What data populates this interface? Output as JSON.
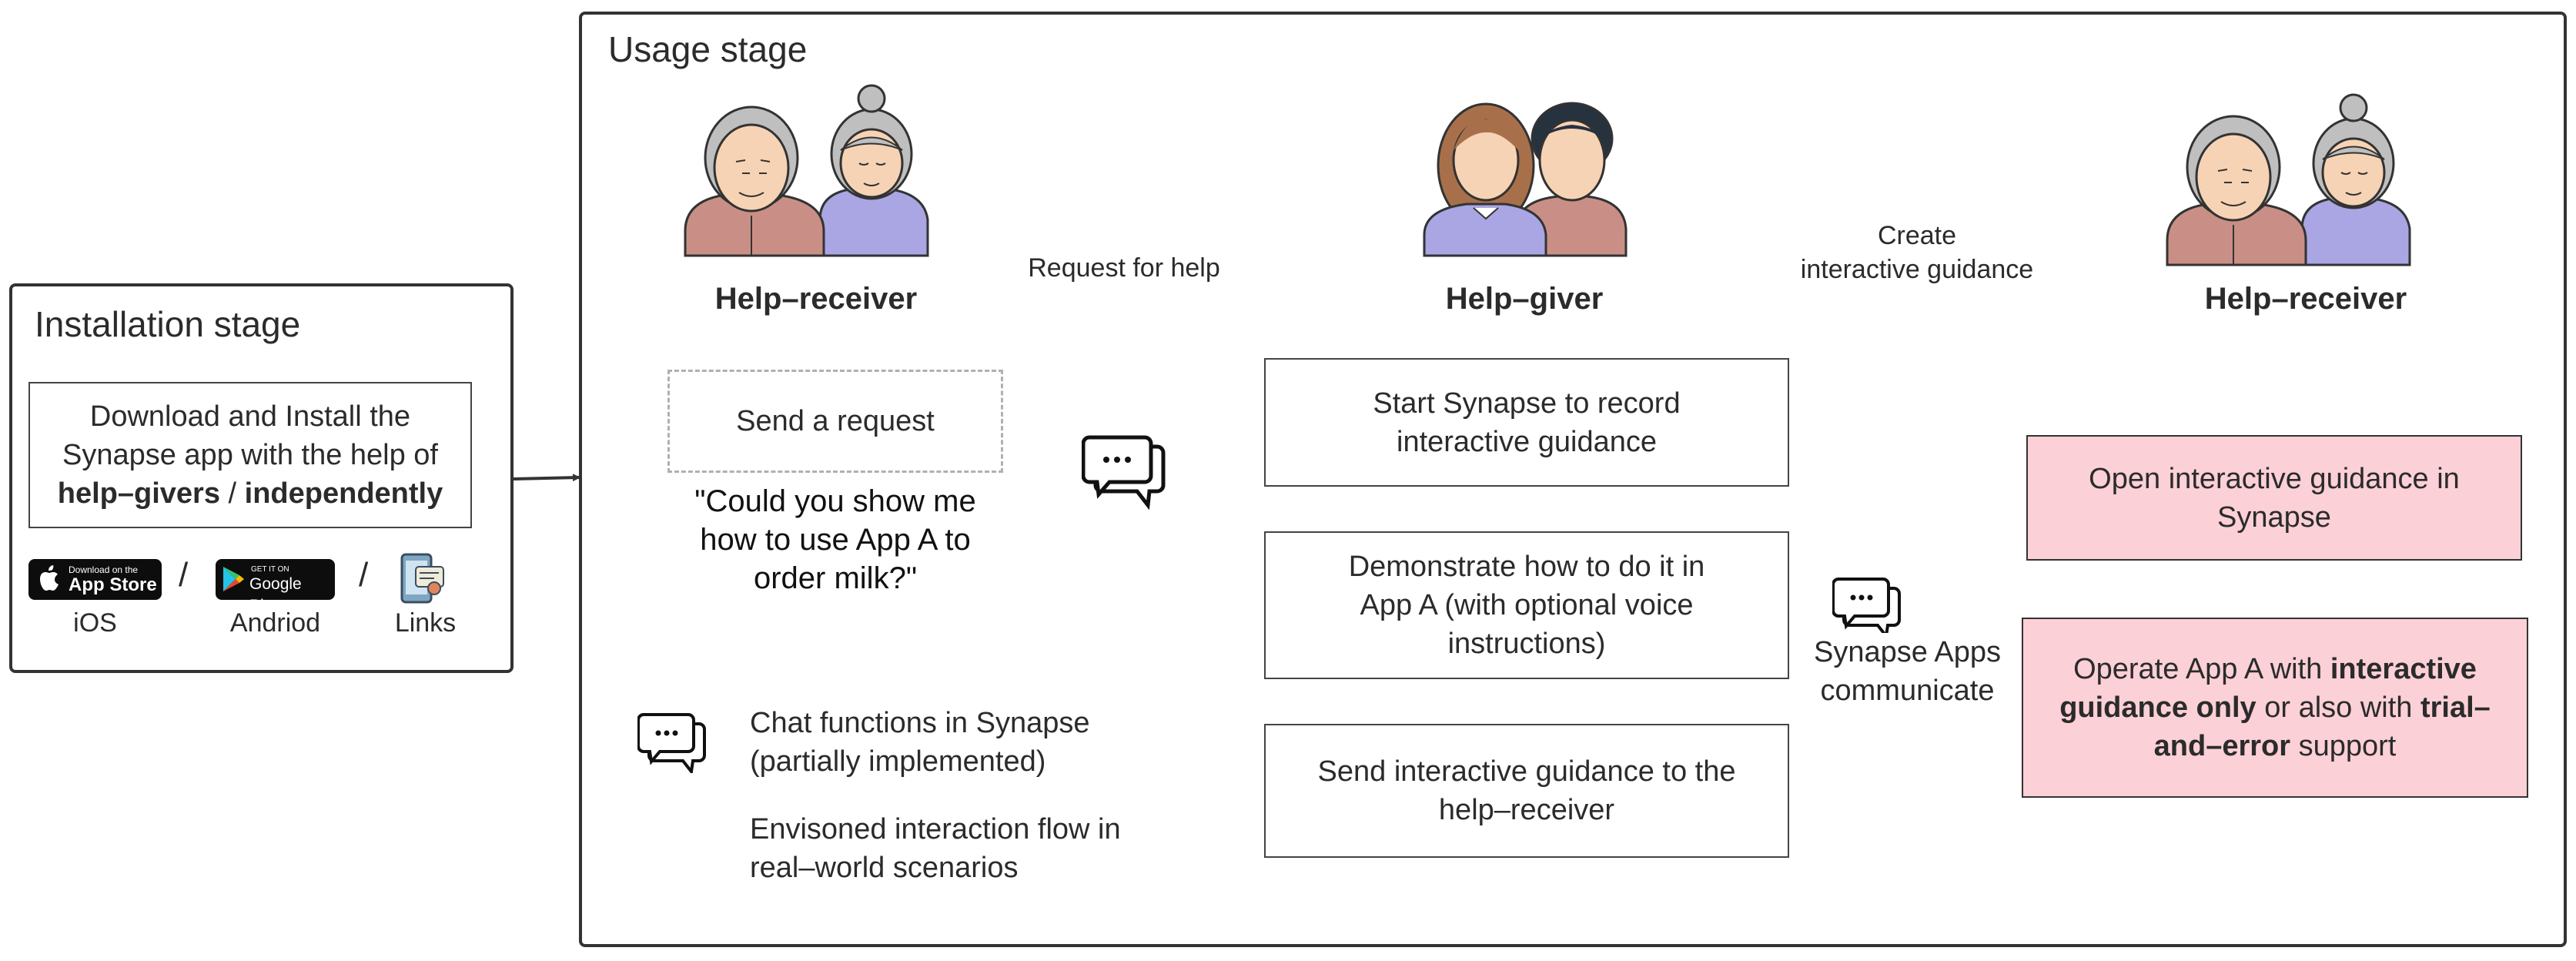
{
  "installation": {
    "title": "Installation stage",
    "box_text_1": "Download and Install the",
    "box_text_2": "Synapse app with the help of",
    "box_bold_1": "help–givers",
    "box_sep": " / ",
    "box_bold_2": "independently",
    "slash": "/",
    "platforms": [
      {
        "label": "iOS",
        "badge_small": "Download on the",
        "badge_big": "App Store"
      },
      {
        "label": "Andriod",
        "badge_small": "GET IT ON",
        "badge_big": "Google Play"
      },
      {
        "label": "Links"
      }
    ]
  },
  "usage": {
    "title": "Usage stage",
    "roles": {
      "receiver_left": "Help–receiver",
      "giver": "Help–giver",
      "receiver_right": "Help–receiver"
    },
    "edges": {
      "request": "Request for help",
      "create_1": "Create",
      "create_2": "interactive guidance"
    },
    "send_request": "Send a request",
    "quote_lines": [
      "\"Could you show me",
      "how to use App A to",
      "order milk?\""
    ],
    "giver_steps": [
      {
        "lines": [
          "Start Synapse to record",
          "interactive guidance"
        ]
      },
      {
        "lines": [
          "Demonstrate how to do it in",
          "App A (with optional voice",
          "instructions)"
        ]
      },
      {
        "lines": [
          "Send interactive guidance to the",
          "help–receiver"
        ]
      }
    ],
    "communicate_1": "Synapse Apps",
    "communicate_2": "communicate",
    "receiver_steps": {
      "open_1": "Open interactive guidance in",
      "open_2": "Synapse",
      "operate_a": "Operate App A with ",
      "operate_b": "interactive",
      "operate_c": "guidance only",
      "operate_d": " or also with ",
      "operate_e": "trial–",
      "operate_f": "and–error",
      "operate_g": " support"
    },
    "legend": {
      "chat_1": "Chat functions in Synapse",
      "chat_2": "(partially implemented)",
      "flow_1": "Envisoned interaction flow in",
      "flow_2": "real–world scenarios"
    }
  },
  "colors": {
    "pink_fill": "#fbd0d6",
    "skin": "#f7d3b5",
    "elder_shirt": "#c98f86",
    "purple_shirt": "#aaa5e3",
    "gray_hair": "#bfbfbf",
    "brown_hair": "#a8704a",
    "dark_hair": "#27323f"
  },
  "icons": [
    "apple-icon",
    "google-play-icon",
    "link-phone-icon",
    "chat-bubbles-icon",
    "arrow-icon"
  ]
}
